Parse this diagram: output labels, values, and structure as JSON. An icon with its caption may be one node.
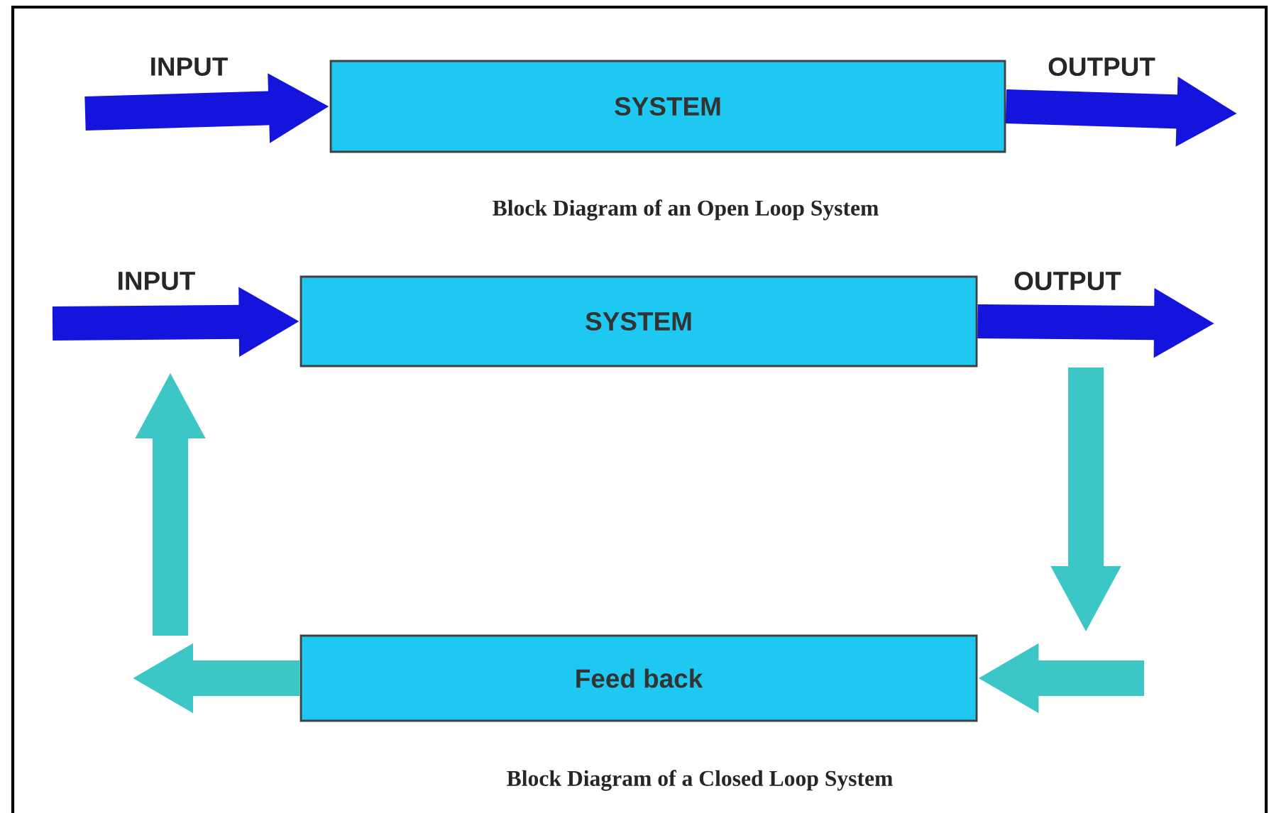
{
  "diagram": {
    "nodes": [
      {
        "text": [
          "SYSTEM"
        ]
      },
      {
        "text": [
          "SYSTEM"
        ]
      },
      {
        "text": [
          "Feed back"
        ]
      }
    ],
    "edges": [
      {
        "from": null,
        "to": 0,
        "arrow": "to",
        "label": "INPUT"
      },
      {
        "from": 0,
        "to": null,
        "arrow": "to",
        "label": "OUTPUT"
      },
      {
        "from": null,
        "to": 1,
        "arrow": "to",
        "label": "INPUT"
      },
      {
        "from": 1,
        "to": null,
        "arrow": "to",
        "label": "OUTPUT"
      },
      {
        "from": null,
        "to": 2,
        "arrow": "to",
        "color": "#3cc6c6"
      },
      {
        "from": 2,
        "to": null,
        "arrow": "to",
        "color": "#3cc6c6"
      }
    ],
    "labels": [
      "Block Diagram of an Open Loop System",
      "Block Diagram of a Closed Loop System"
    ]
  }
}
